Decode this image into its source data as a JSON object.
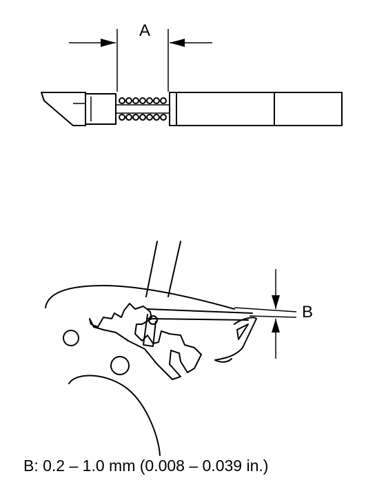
{
  "labels": {
    "a": "A",
    "b": "B"
  },
  "caption": "B: 0.2 – 1.0 mm (0.008 – 0.039 in.)"
}
